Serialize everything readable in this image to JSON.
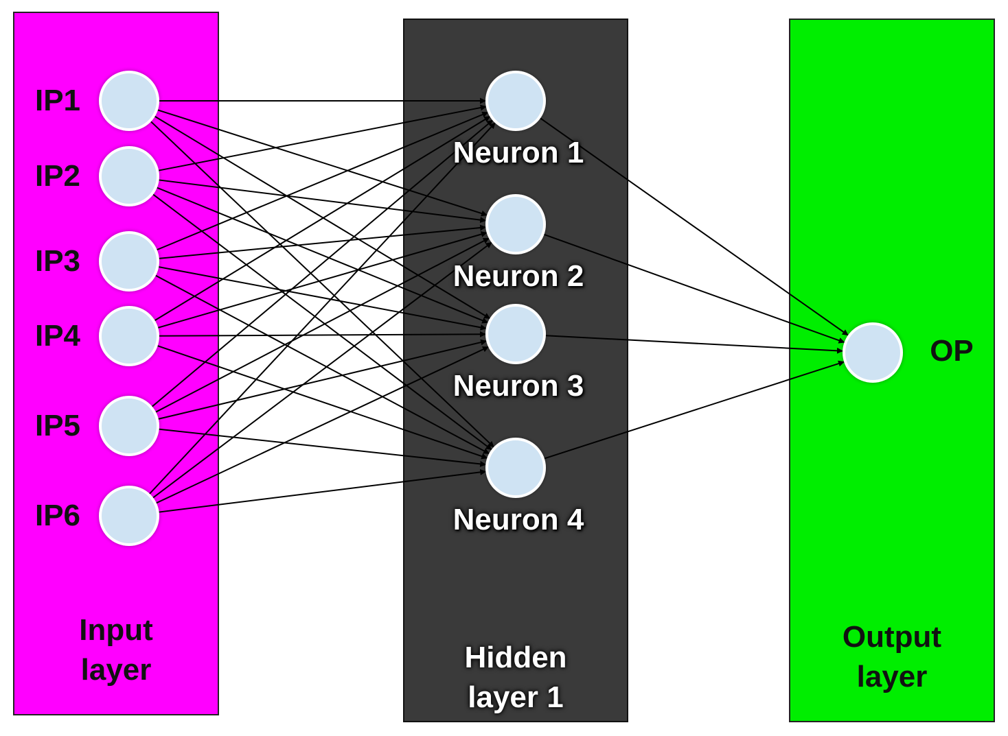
{
  "colors": {
    "input_layer": "#ff00ff",
    "hidden_layer": "#3a3a3a",
    "output_layer": "#00ee00",
    "node_fill": "#cfe3f3",
    "edge": "#000000"
  },
  "input_layer": {
    "title_line1": "Input",
    "title_line2": "layer",
    "nodes": [
      "IP1",
      "IP2",
      "IP3",
      "IP4",
      "IP5",
      "IP6"
    ]
  },
  "hidden_layer": {
    "title_line1": "Hidden",
    "title_line2": "layer 1",
    "nodes": [
      "Neuron 1",
      "Neuron 2",
      "Neuron 3",
      "Neuron 4"
    ]
  },
  "output_layer": {
    "title_line1": "Output",
    "title_line2": "layer",
    "nodes": [
      "OP"
    ]
  },
  "connections": "fully connected: every input node to every hidden neuron, every hidden neuron to the output node"
}
